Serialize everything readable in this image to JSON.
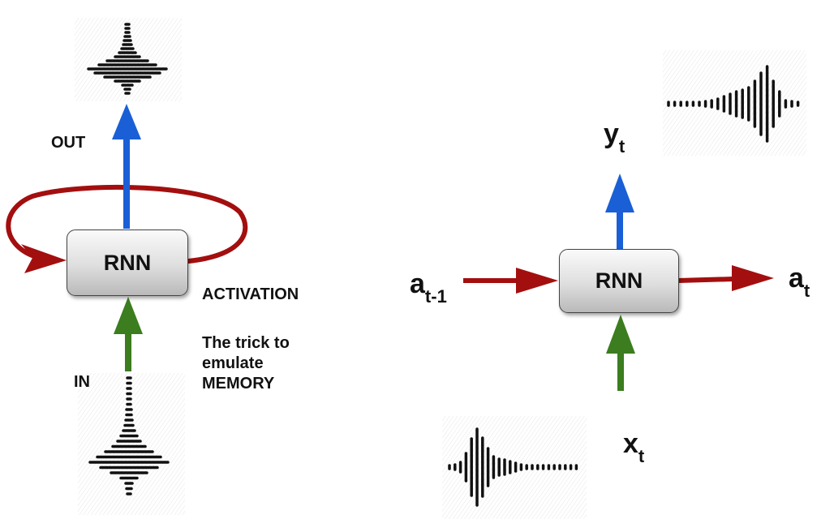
{
  "left": {
    "node_label": "RNN",
    "out_label": "OUT",
    "in_label": "IN",
    "activation_label": "ACTIVATION",
    "trick_text": "The trick to emulate MEMORY"
  },
  "right": {
    "node_label": "RNN",
    "y": {
      "base": "y",
      "sub": "t"
    },
    "x": {
      "base": "x",
      "sub": "t"
    },
    "a_prev": {
      "base": "a",
      "sub": "t-1"
    },
    "a_next": {
      "base": "a",
      "sub": "t"
    }
  },
  "colors": {
    "out_arrow": "#1a5fd6",
    "in_arrow": "#3b7d1f",
    "loop_arrow": "#a30f0f",
    "waveform": "#111111"
  }
}
